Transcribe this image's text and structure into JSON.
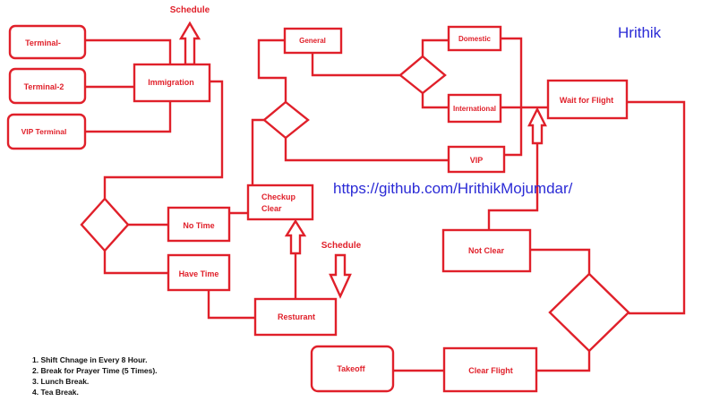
{
  "author": "Hrithik",
  "url": "https://github.com/HrithikMojumdar/",
  "colors": {
    "accent": "#e0202a",
    "link": "#2b2bd6"
  },
  "nodes": {
    "terminal1": "Terminal-",
    "terminal2": "Terminal-2",
    "vip_terminal": "VIP Terminal",
    "immigration": "Immigration",
    "schedule_top": "Schedule",
    "general": "General",
    "domestic": "Domestic",
    "international": "International",
    "vip": "VIP",
    "wait_for_flight": "Wait for Flight",
    "checkup_clear_l1": "Checkup",
    "checkup_clear_l2": "Clear",
    "no_time": "No Time",
    "have_time": "Have Time",
    "schedule_mid": "Schedule",
    "resturant": "Resturant",
    "not_clear": "Not Clear",
    "takeoff": "Takeoff",
    "clear_flight": "Clear Flight"
  },
  "notes": [
    "1. Shift Chnage in Every 8 Hour.",
    "2. Break for Prayer Time (5 Times).",
    "3. Lunch Break.",
    "4. Tea Break."
  ]
}
